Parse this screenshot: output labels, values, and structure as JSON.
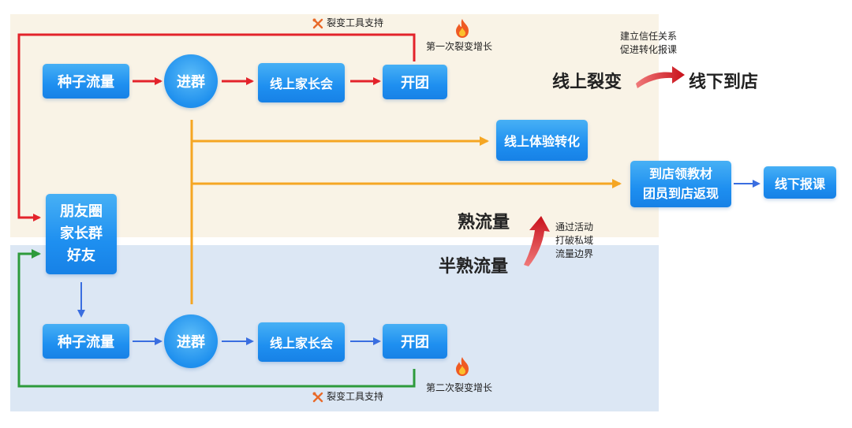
{
  "nodes": {
    "seed_top": "种子流量",
    "group_top": "进群",
    "parent_meeting_top": "线上家长会",
    "open_group_top": "开团",
    "seed_bottom": "种子流量",
    "group_bottom": "进群",
    "parent_meeting_bottom": "线上家长会",
    "open_group_bottom": "开团",
    "social": [
      "朋友圈",
      "家长群",
      "好友"
    ],
    "online_trial": "线上体验转化",
    "store_visit": [
      "到店领教材",
      "团员到店返现"
    ],
    "offline_signup": "线下报课"
  },
  "annotations": {
    "tool_support_top": "裂变工具支持",
    "tool_support_bottom": "裂变工具支持",
    "first_growth": "第一次裂变增长",
    "second_growth": "第二次裂变增长",
    "trust_note": [
      "建立信任关系",
      "促进转化报课"
    ],
    "online_fission": "线上裂变",
    "offline_store": "线下到店",
    "warm_traffic": "熟流量",
    "semi_warm_traffic": "半熟流量",
    "break_note": [
      "通过活动",
      "打破私域",
      "流量边界"
    ]
  },
  "colors": {
    "red": "#e3232b",
    "orange": "#f5a623",
    "blue": "#3a6ee0",
    "green": "#2e9b3c",
    "node_blue": "#1e8ff0",
    "zone_top": "#f9f3e6",
    "zone_bottom": "#dce7f4"
  },
  "icons": [
    "wrench-cross-icon",
    "fire-icon",
    "curved-arrow-icon",
    "up-arrow-icon"
  ]
}
